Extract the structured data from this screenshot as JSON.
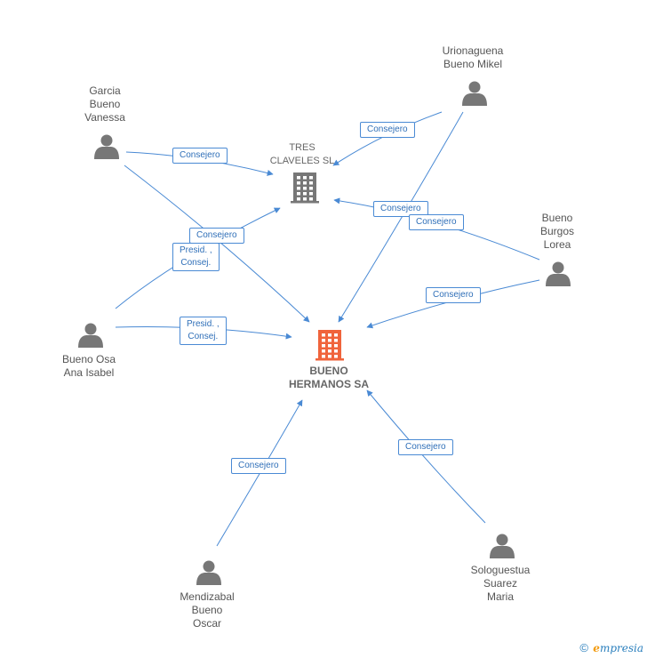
{
  "nodes": {
    "tres_claveles": {
      "label": "TRES\nCLAVELES SL",
      "icon": "building-icon",
      "color": "#777777"
    },
    "bueno_hermanos": {
      "label": "BUENO\nHERMANOS SA",
      "icon": "building-icon",
      "color": "#f0643c"
    },
    "garcia": {
      "label": "Garcia\nBueno\nVanessa",
      "icon": "person-icon"
    },
    "urionaguena": {
      "label": "Urionaguena\nBueno Mikel",
      "icon": "person-icon"
    },
    "bueno_burgos": {
      "label": "Bueno\nBurgos\nLorea",
      "icon": "person-icon"
    },
    "bueno_osa": {
      "label": "Bueno Osa\nAna Isabel",
      "icon": "person-icon"
    },
    "mendizabal": {
      "label": "Mendizabal\nBueno\nOscar",
      "icon": "person-icon"
    },
    "sologuestua": {
      "label": "Sologuestua\nSuarez\nMaria",
      "icon": "person-icon"
    }
  },
  "edges": [
    {
      "from": "garcia",
      "to": "tres_claveles",
      "label": "Consejero"
    },
    {
      "from": "urionaguena",
      "to": "tres_claveles",
      "label": "Consejero"
    },
    {
      "from": "bueno_burgos",
      "to": "tres_claveles",
      "label": "Consejero"
    },
    {
      "from": "bueno_osa",
      "to": "tres_claveles",
      "label": "Consejero"
    },
    {
      "from": "garcia",
      "to": "bueno_hermanos",
      "label": "Presid. ,\nConsej."
    },
    {
      "from": "urionaguena",
      "to": "bueno_hermanos",
      "label": "Consejero"
    },
    {
      "from": "bueno_burgos",
      "to": "bueno_hermanos",
      "label": "Consejero"
    },
    {
      "from": "bueno_osa",
      "to": "bueno_hermanos",
      "label": "Presid. ,\nConsej."
    },
    {
      "from": "mendizabal",
      "to": "bueno_hermanos",
      "label": "Consejero"
    },
    {
      "from": "sologuestua",
      "to": "bueno_hermanos",
      "label": "Consejero"
    }
  ],
  "colors": {
    "edge": "#4a8ad4",
    "person": "#777777"
  },
  "footer": {
    "copyright": "©",
    "brand_initial": "e",
    "brand_rest": "mpresia"
  }
}
